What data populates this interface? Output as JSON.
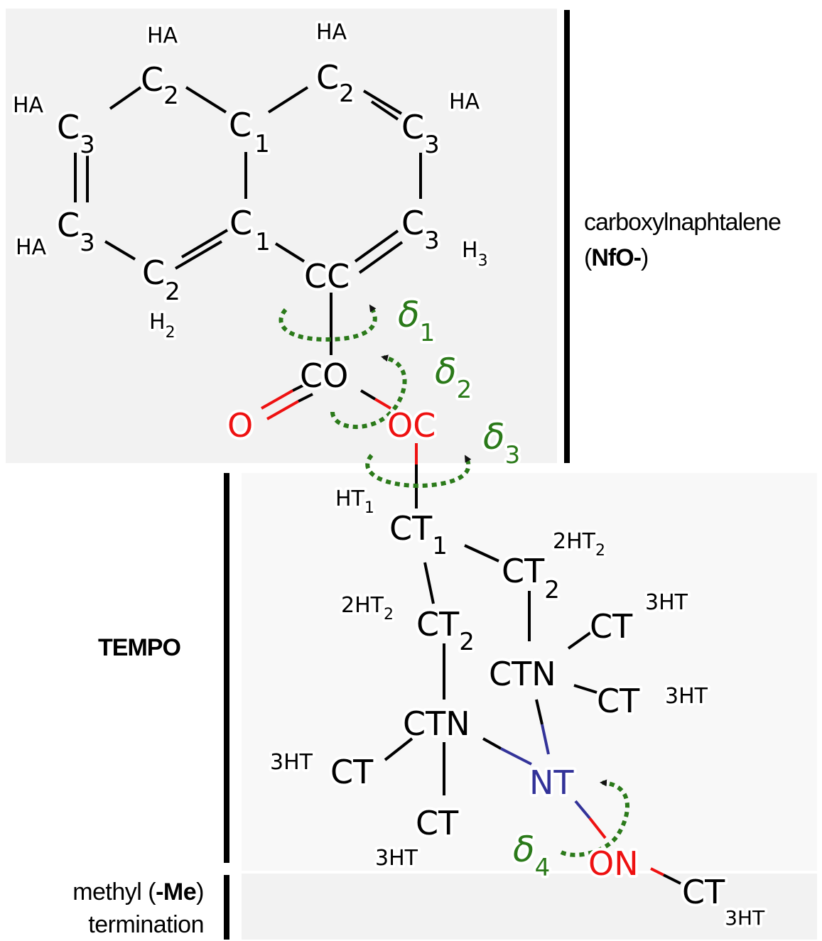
{
  "groups": {
    "nfo": {
      "line1": "carboxylnaphtalene",
      "open": "(",
      "bold": "NfO-",
      "close": ")"
    },
    "tempo": {
      "label": "TEMPO"
    },
    "me": {
      "pre": "methyl (",
      "bold": "-Me",
      "post": ")",
      "line2": "termination"
    }
  },
  "colors": {
    "carbon": "#000000",
    "oxygen": "#ee1111",
    "nitrogen": "#333399",
    "dihedral": "#2b7a1a",
    "panel": "#f2f2f2",
    "panel_light": "#f7f7f7"
  },
  "atoms": {
    "c2_top_left": {
      "base": "C",
      "sub": "2"
    },
    "c2_top_right": {
      "base": "C",
      "sub": "2"
    },
    "c3_upper_left": {
      "base": "C",
      "sub": "3"
    },
    "c1_upper": {
      "base": "C",
      "sub": "1"
    },
    "c3_upper_right": {
      "base": "C",
      "sub": "3"
    },
    "c3_lower_left": {
      "base": "C",
      "sub": "3"
    },
    "c1_lower": {
      "base": "C",
      "sub": "1"
    },
    "c3_lower_right": {
      "base": "C",
      "sub": "3"
    },
    "c2_bottom": {
      "base": "C",
      "sub": "2"
    },
    "cc": {
      "base": "CC",
      "sub": ""
    },
    "co": {
      "base": "CO",
      "sub": ""
    },
    "o": {
      "base": "O",
      "sub": ""
    },
    "oc": {
      "base": "OC",
      "sub": ""
    },
    "ct1": {
      "base": "CT",
      "sub": "1"
    },
    "ct2_right": {
      "base": "CT",
      "sub": "2"
    },
    "ct2_left": {
      "base": "CT",
      "sub": "2"
    },
    "ctn_right": {
      "base": "CTN",
      "sub": ""
    },
    "ct_right_top": {
      "base": "CT",
      "sub": ""
    },
    "ct_right_bottom": {
      "base": "CT",
      "sub": ""
    },
    "ctn_left": {
      "base": "CTN",
      "sub": ""
    },
    "ct_left": {
      "base": "CT",
      "sub": ""
    },
    "nt": {
      "base": "NT",
      "sub": ""
    },
    "ct_bottom": {
      "base": "CT",
      "sub": ""
    },
    "on": {
      "base": "ON",
      "sub": ""
    },
    "ct_me": {
      "base": "CT",
      "sub": "3HT"
    }
  },
  "hydrogens": {
    "ha_top_left": {
      "base": "HA",
      "sub": ""
    },
    "ha_top_right": {
      "base": "HA",
      "sub": ""
    },
    "ha_left_upper": {
      "base": "HA",
      "sub": ""
    },
    "ha_right_upper": {
      "base": "HA",
      "sub": ""
    },
    "ha_left_lower": {
      "base": "HA",
      "sub": ""
    },
    "h3": {
      "base": "H",
      "sub": "3"
    },
    "h2": {
      "base": "H",
      "sub": "2"
    },
    "ht1": {
      "base": "HT",
      "sub": "1"
    },
    "h2ht2_right": {
      "base": "2HT",
      "sub": "2"
    },
    "h2ht2_left": {
      "base": "2HT",
      "sub": "2"
    },
    "h3ht_right_top": {
      "base": "3HT",
      "sub": ""
    },
    "h3ht_right_bottom": {
      "base": "3HT",
      "sub": ""
    },
    "h3ht_left": {
      "base": "3HT",
      "sub": ""
    },
    "h3ht_bottom": {
      "base": "3HT",
      "sub": ""
    }
  },
  "dihedrals": {
    "d1": {
      "base": "δ",
      "sub": "1"
    },
    "d2": {
      "base": "δ",
      "sub": "2"
    },
    "d3": {
      "base": "δ",
      "sub": "3"
    },
    "d4": {
      "base": "δ",
      "sub": "4"
    }
  }
}
